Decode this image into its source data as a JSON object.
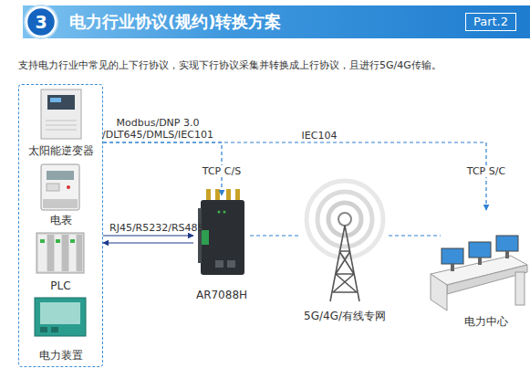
{
  "diagram": {
    "title": "电力行业协议(规约)转换方案",
    "nodes": [
      {
        "text": []
      },
      {
        "text": [
          "太阳能逆变器"
        ],
        "in": 0
      },
      {
        "text": [
          "电表"
        ],
        "in": 0
      },
      {
        "text": [
          "PLC"
        ],
        "in": 0
      },
      {
        "text": [
          "电力装置"
        ],
        "in": 0
      },
      {
        "text": [
          "AR7088H"
        ]
      },
      {
        "text": [
          "5G/4G/有线专网"
        ]
      },
      {
        "text": [
          "电力中心"
        ]
      }
    ],
    "edges": [
      {
        "from": 0,
        "to": 5,
        "arrow": "to",
        "label": "RJ45/R5232/RS485"
      },
      {
        "from": 5,
        "to": 0,
        "arrow": "to"
      },
      {
        "from": 0,
        "to": 5,
        "arrow": "to",
        "label": "Modbus/DNP 3.0 /DLT645/DMLS/IEC101"
      },
      {
        "from": 0,
        "to": 7,
        "arrow": "to",
        "label": "IEC104"
      },
      {
        "from": 5,
        "to": 6,
        "arrow": "none"
      },
      {
        "from": 6,
        "to": 7,
        "arrow": "none"
      }
    ],
    "labels": [
      "3",
      "Part.2",
      "支持电力行业中常见的上下行协议，实现下行协议采集并转换成上行协议，且进行5G/4G传输。",
      "TCP C/S",
      "TCP S/C"
    ]
  }
}
